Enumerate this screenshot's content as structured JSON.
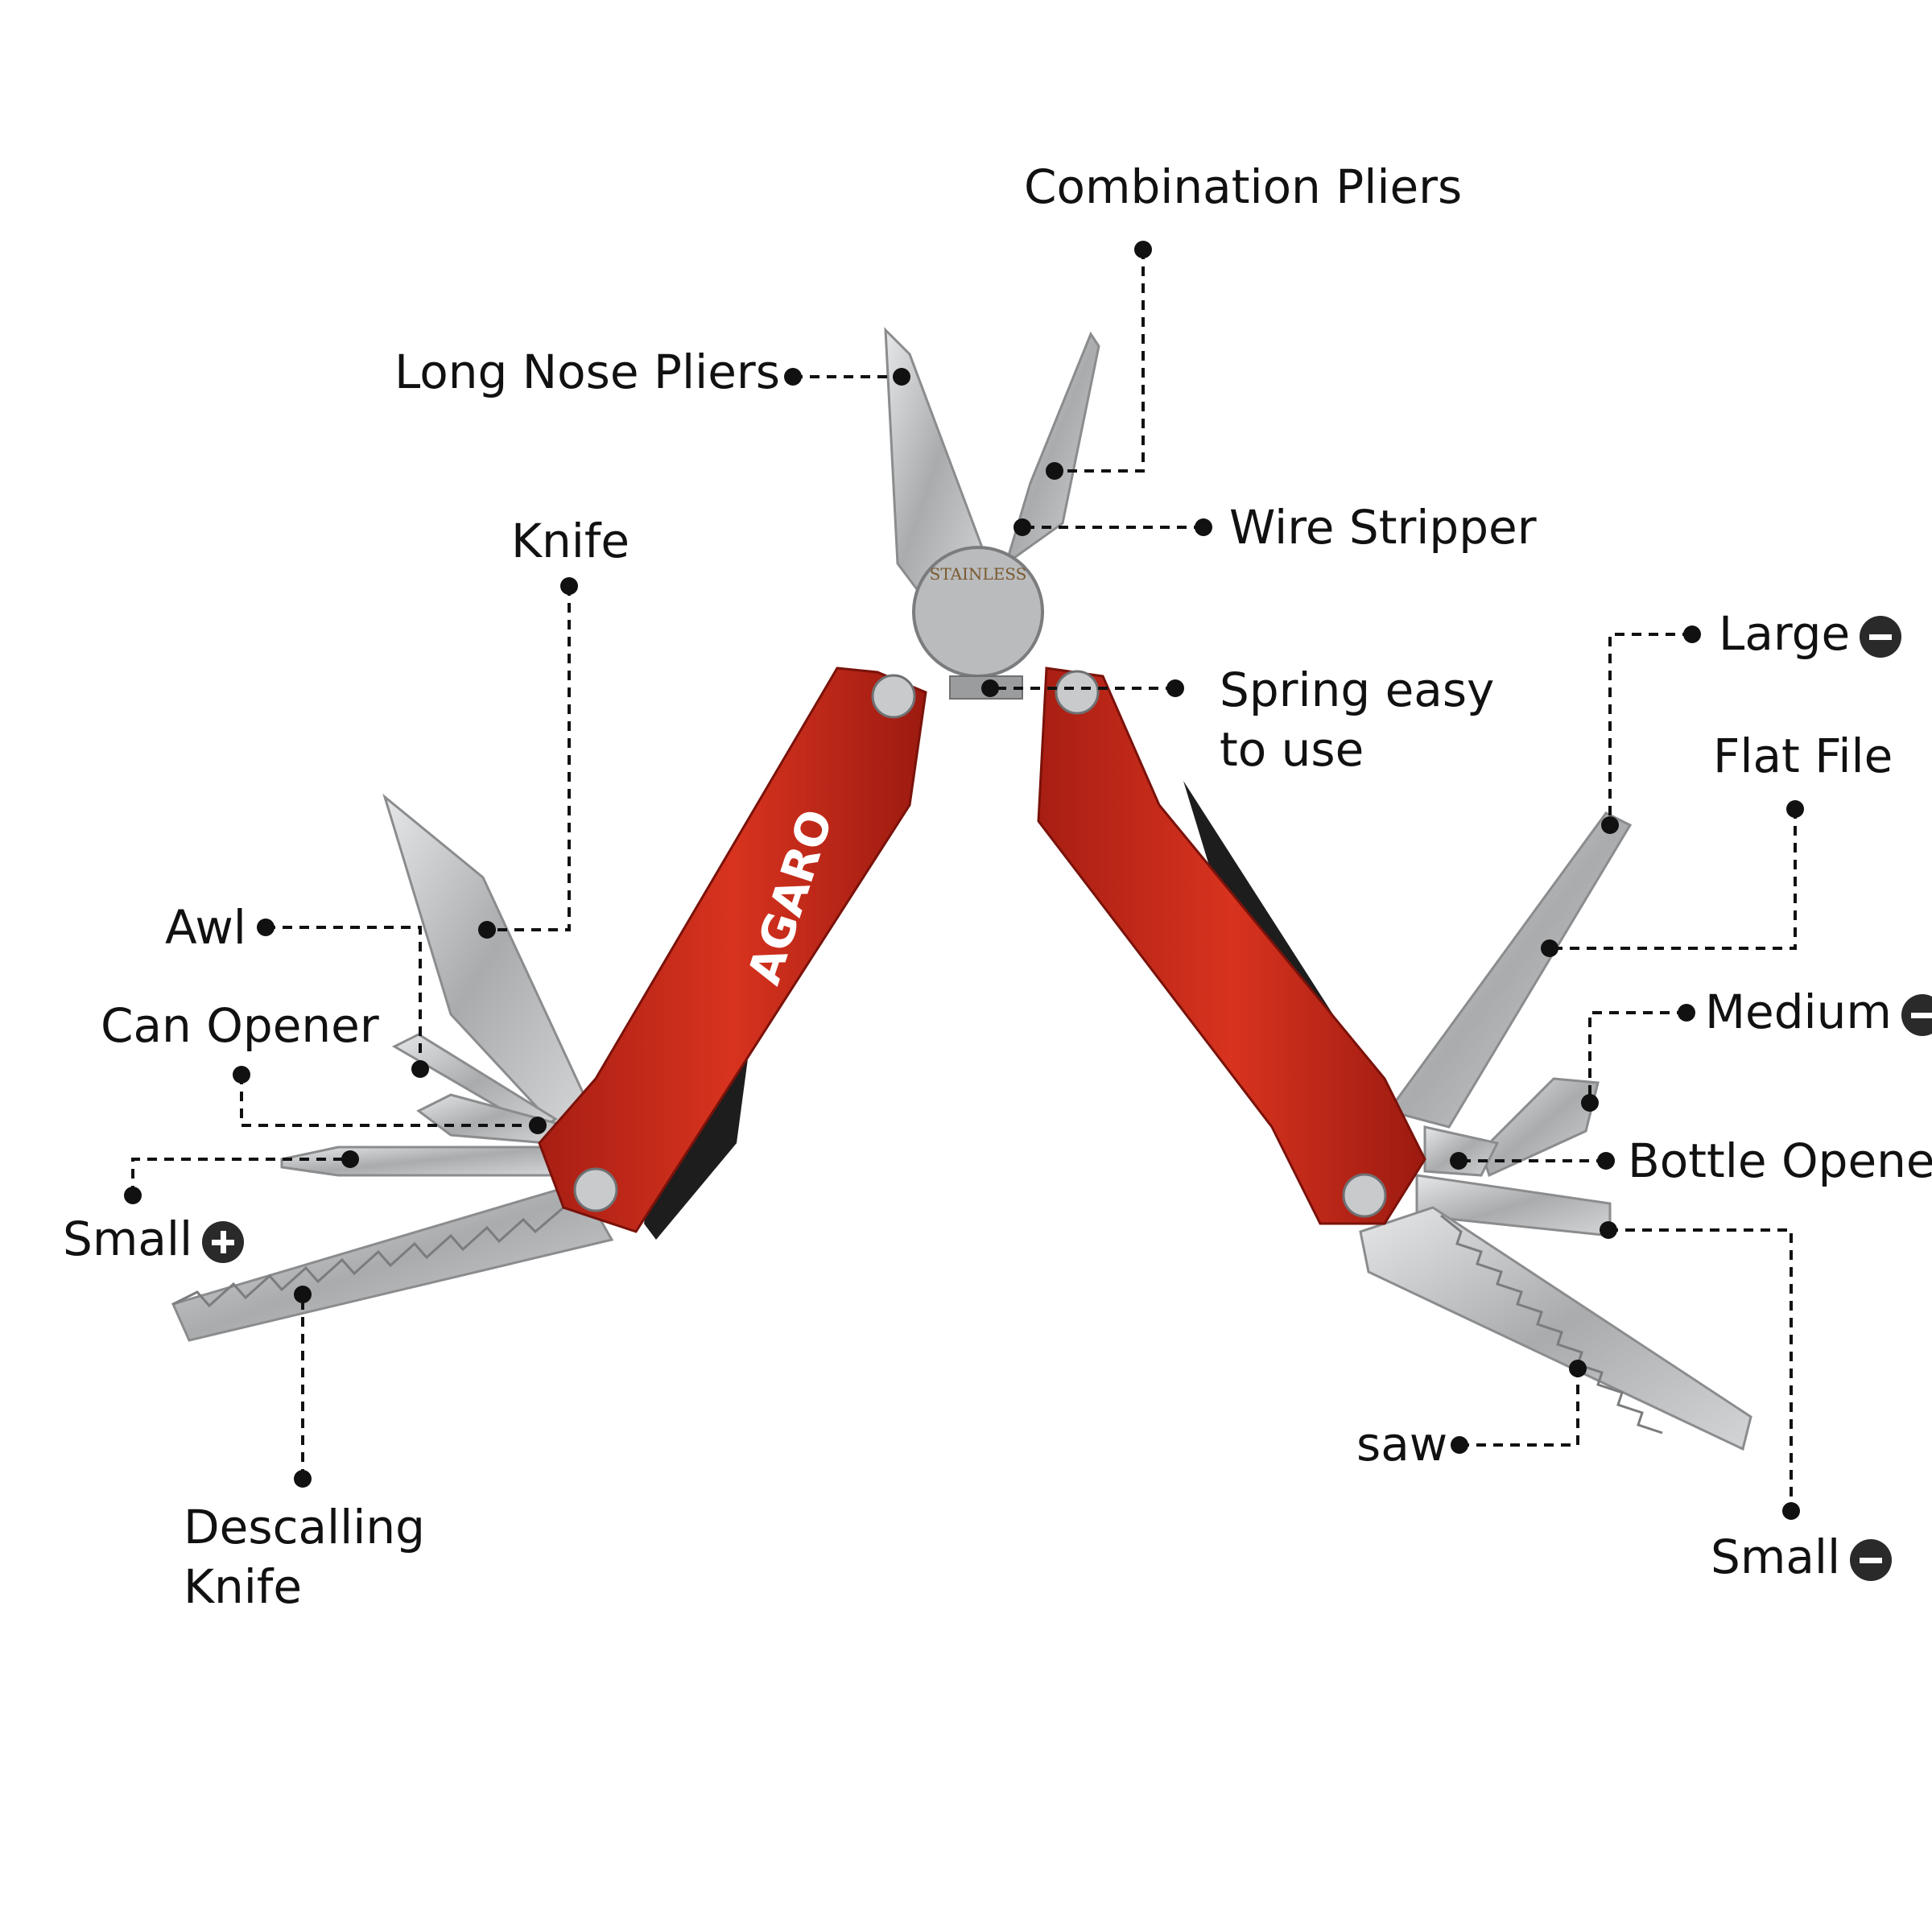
{
  "brand": {
    "name": "AGARO",
    "pivot_stamp": "STAINLESS"
  },
  "colors": {
    "handle": "#c0281b",
    "steel": "#b8b9ba",
    "rubber": "#1d1d1d",
    "label": "#111111"
  },
  "labels": {
    "combination_pliers": "Combination Pliers",
    "long_nose_pliers": "Long Nose Pliers",
    "wire_stripper": "Wire Stripper",
    "knife": "Knife",
    "spring_line1": "Spring easy",
    "spring_line2": "to use",
    "large_screwdriver": "Large",
    "flat_file": "Flat File",
    "awl": "Awl",
    "can_opener": "Can Opener",
    "medium_screwdriver": "Medium",
    "bottle_opener": "Bottle Opener",
    "small_phillips": "Small",
    "descalling_line1": "Descalling",
    "descalling_line2": "Knife",
    "saw": "saw",
    "small_flat": "Small"
  },
  "icons": {
    "large_screwdriver": "minus-circle-icon",
    "medium_screwdriver": "minus-circle-icon",
    "small_phillips": "plus-circle-icon",
    "small_flat": "minus-circle-icon"
  }
}
